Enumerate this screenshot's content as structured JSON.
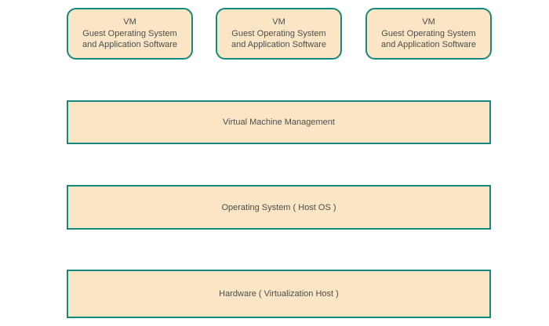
{
  "diagram": {
    "colors": {
      "background": "#ffffff",
      "box_fill": "#fae5c5",
      "box_border": "#14897e",
      "text": "#4d4d4d"
    },
    "vm_boxes": [
      {
        "lines": [
          "VM",
          "Guest Operating System",
          "and Application Software"
        ]
      },
      {
        "lines": [
          "VM",
          "Guest Operating System",
          "and Application Software"
        ]
      },
      {
        "lines": [
          "VM",
          "Guest Operating System",
          "and Application Software"
        ]
      }
    ],
    "layers": [
      {
        "label": "Virtual Machine Management"
      },
      {
        "label": "Operating System ( Host OS )"
      },
      {
        "label": "Hardware ( Virtualization Host )"
      }
    ]
  }
}
